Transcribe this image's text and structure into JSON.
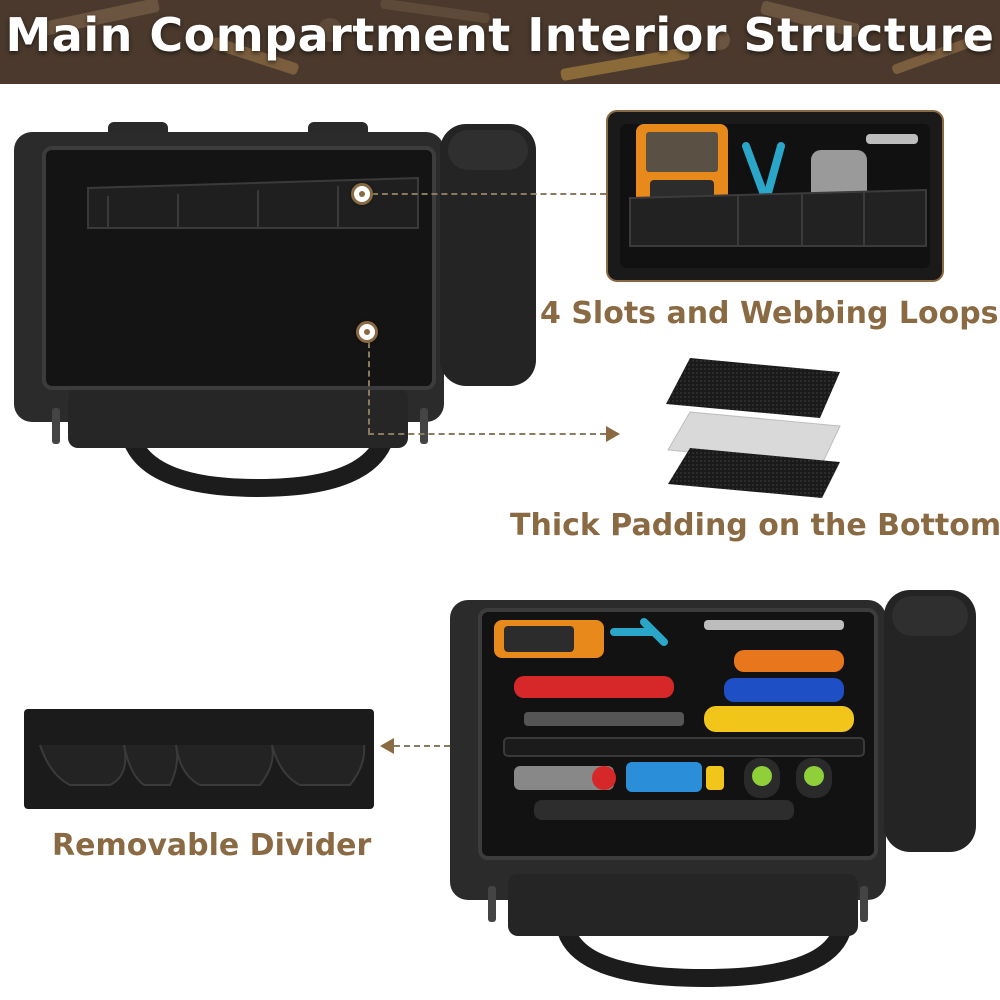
{
  "banner": {
    "title": "Main Compartment Interior Structure"
  },
  "callouts": {
    "slots": "4 Slots and Webbing Loops",
    "padding": "Thick Padding on the Bottom",
    "divider": "Removable Divider"
  },
  "colors": {
    "accent": "#8a6a42",
    "bag": "#1e1e1e",
    "bag_trim": "#3a3a3a",
    "banner": "#4a392c"
  }
}
